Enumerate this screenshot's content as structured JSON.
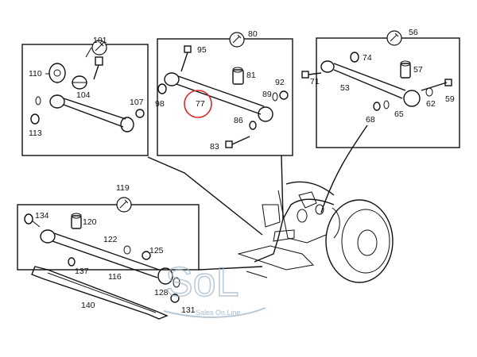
{
  "callouts": {
    "c101": "101",
    "c110": "110",
    "c104": "104",
    "c107": "107",
    "c113": "113",
    "c80": "80",
    "c95": "95",
    "c81": "81",
    "c92": "92",
    "c98": "98",
    "c77": "77",
    "c89": "89",
    "c86": "86",
    "c83": "83",
    "c56": "56",
    "c74": "74",
    "c57": "57",
    "c71": "71",
    "c53": "53",
    "c62": "62",
    "c59": "59",
    "c68": "68",
    "c65": "65",
    "c119": "119",
    "c134": "134",
    "c120": "120",
    "c122": "122",
    "c125": "125",
    "c137": "137",
    "c116": "116",
    "c128": "128",
    "c131": "131",
    "c140": "140"
  },
  "watermark": {
    "logo": "SoL",
    "tagline": "Sales On Line"
  },
  "colors": {
    "line": "#111111",
    "highlight": "#d62a2a",
    "watermark": "#9fb6c9",
    "background": "#ffffff"
  }
}
